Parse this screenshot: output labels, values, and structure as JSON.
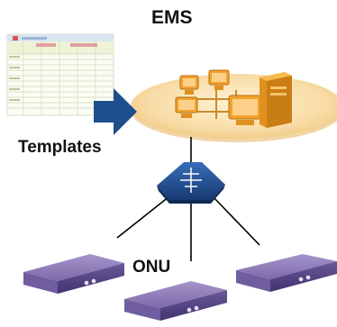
{
  "labels": {
    "ems": "EMS",
    "templates": "Templates",
    "onu": "ONU"
  },
  "colors": {
    "platform": "#f6d89c",
    "computer": "#f0a030",
    "arrow": "#1f4e8c",
    "switch": "#1c4a8a",
    "onu_top": "#8b79b5",
    "onu_side": "#5b4a8a",
    "line": "#000000"
  },
  "icons": {
    "template_doc": "spreadsheet-document-icon",
    "arrow": "right-arrow-icon",
    "switch": "network-switch-icon",
    "onu": "onu-device-icon"
  }
}
